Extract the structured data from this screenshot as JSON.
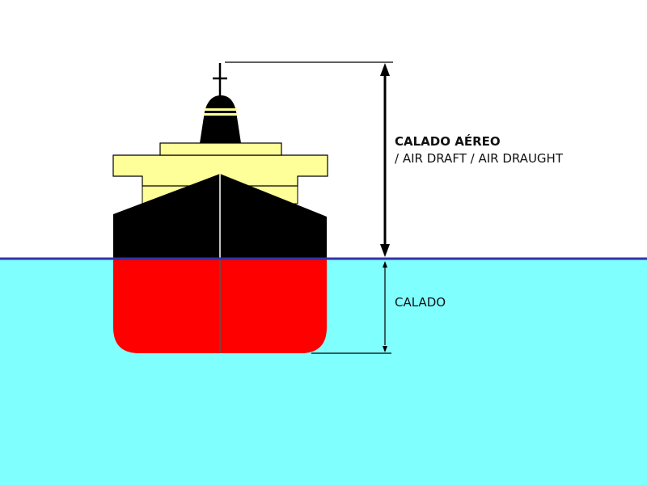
{
  "labels": {
    "air_draft_title": "CALADO AÉREO",
    "air_draft_subtitle": "/ AIR DRAFT / AIR DRAUGHT",
    "draft": "CALADO"
  },
  "colors": {
    "sky": "#ffffff",
    "sea": "#80ffff",
    "waterline": "#3333aa",
    "hull_above_water": "#000000",
    "hull_below_water": "#ff0000",
    "superstructure": "#ffff99",
    "funnel_band": "#ffff99",
    "dimension_lines": "#000000"
  }
}
